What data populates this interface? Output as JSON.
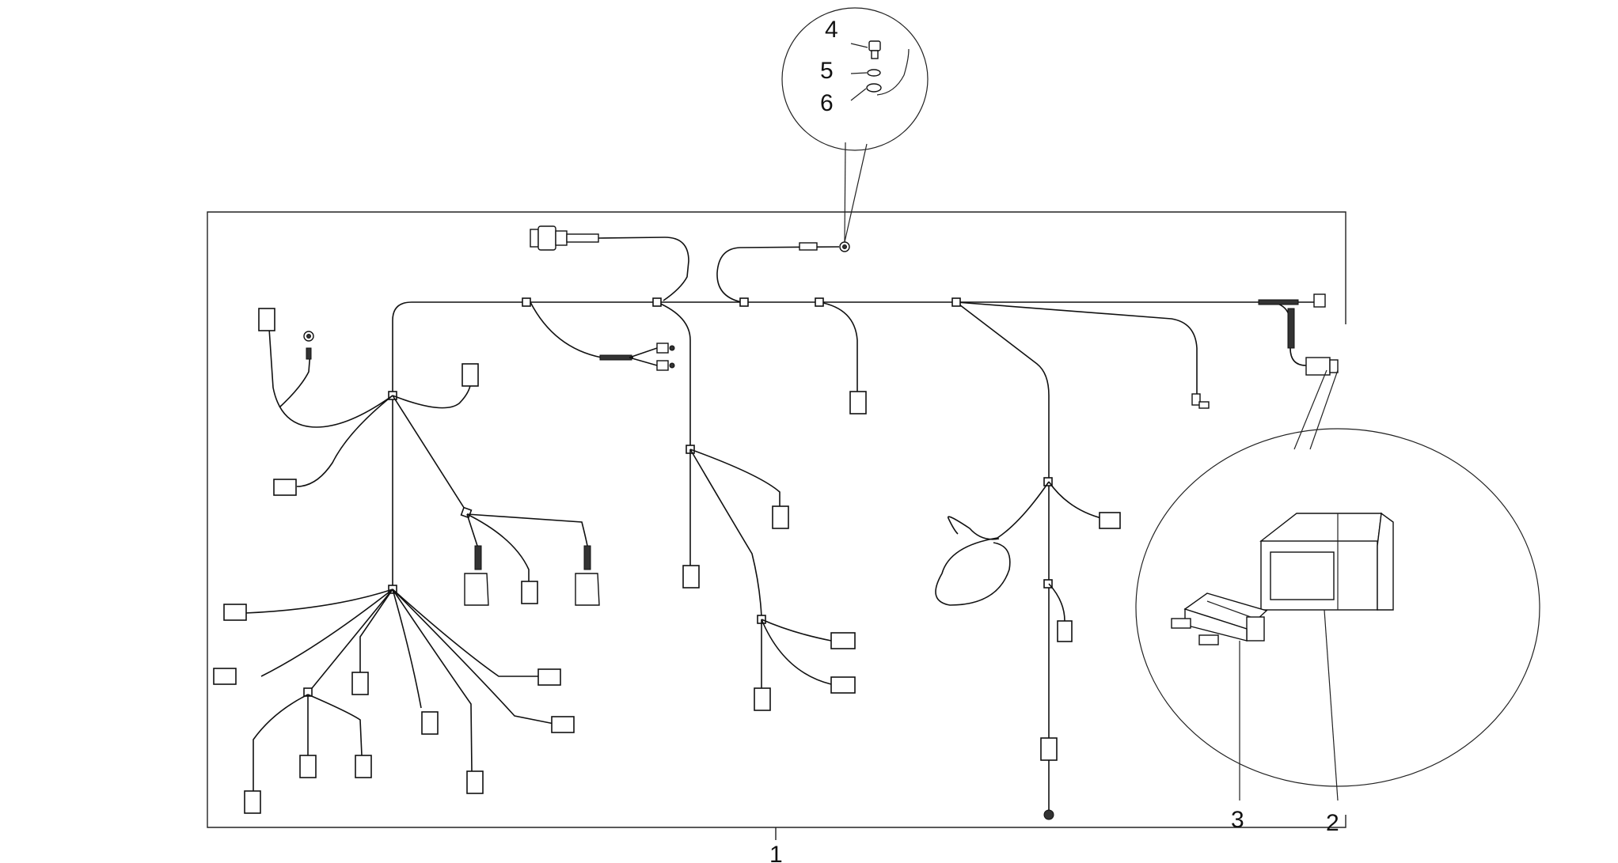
{
  "callouts": {
    "harness": "1",
    "fuse_holder": "2",
    "fuse": "3",
    "screw": "4",
    "washer": "5",
    "lock_washer": "6"
  }
}
